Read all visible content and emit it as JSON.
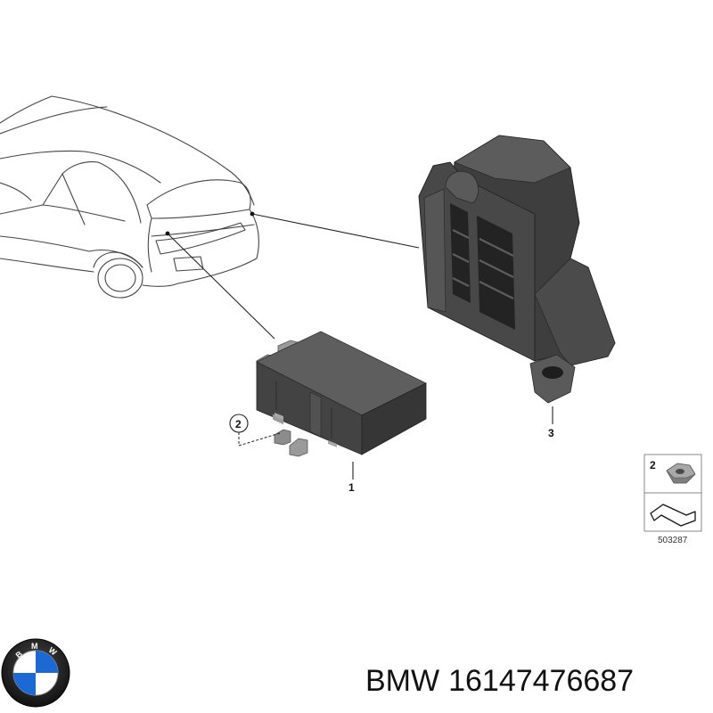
{
  "diagram": {
    "callouts": {
      "part1": "1",
      "part2": "2",
      "part3": "3"
    },
    "legend": {
      "item_number": "2",
      "code": "503287"
    }
  },
  "footer": {
    "brand": "BMW",
    "part_number": "16147476687",
    "logo_letters": [
      "B",
      "M",
      "W"
    ]
  },
  "colors": {
    "housing_dark": "#3d3d3d",
    "housing_mid": "#5a5a5a",
    "housing_light": "#7a7a7a",
    "line": "#222222",
    "bmw_blue": "#1c69d4"
  }
}
